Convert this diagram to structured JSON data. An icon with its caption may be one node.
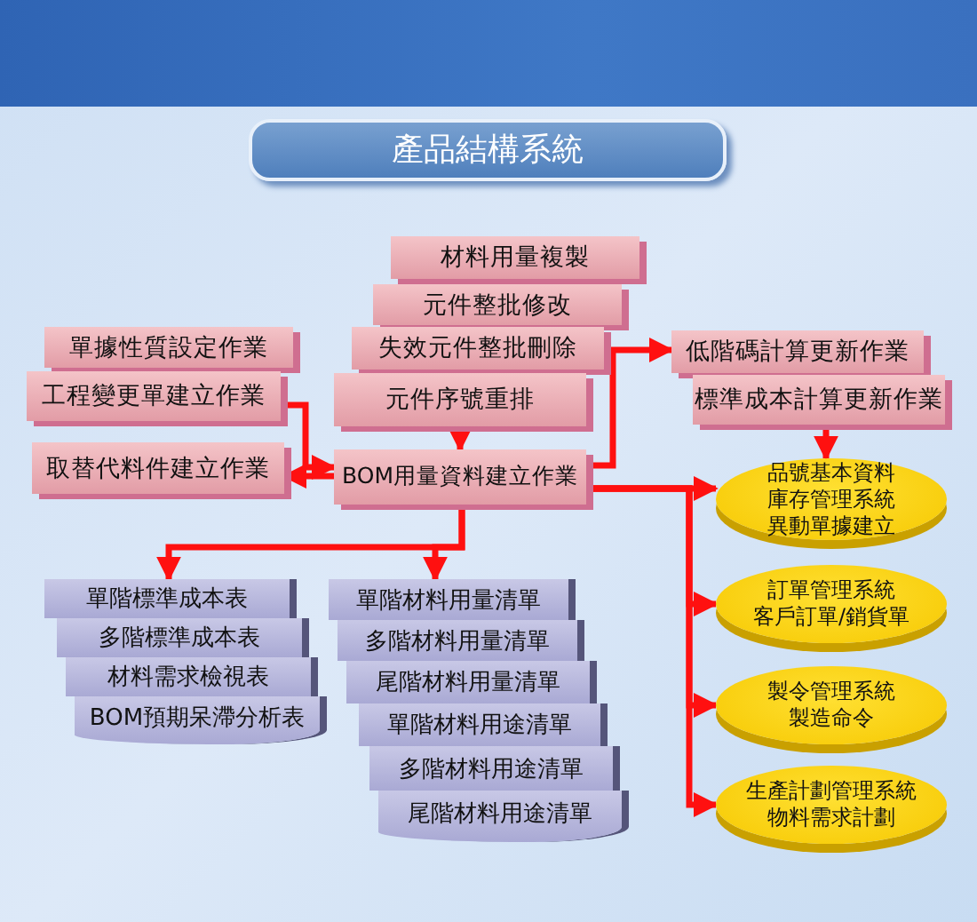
{
  "diagram": {
    "title": "產品結構系統",
    "nodes": [
      {
        "text": [
          "材料用量複製"
        ]
      },
      {
        "text": [
          "元件整批修改"
        ]
      },
      {
        "text": [
          "失效元件整批刪除"
        ]
      },
      {
        "text": [
          "元件序號重排"
        ]
      },
      {
        "text": [
          "單據性質設定作業"
        ]
      },
      {
        "text": [
          "工程變更單建立作業"
        ]
      },
      {
        "text": [
          "取替代料件建立作業"
        ]
      },
      {
        "text": [
          "BOM用量資料建立作業"
        ]
      },
      {
        "text": [
          "低階碼計算更新作業"
        ]
      },
      {
        "text": [
          "標準成本計算更新作業"
        ]
      },
      {
        "text": [
          "品號基本資料",
          "庫存管理系統",
          "異動單據建立"
        ]
      },
      {
        "text": [
          "訂單管理系統",
          "客戶訂單/銷貨單"
        ]
      },
      {
        "text": [
          "製令管理系統",
          "製造命令"
        ]
      },
      {
        "text": [
          "生產計劃管理系統",
          "物料需求計劃"
        ]
      },
      {
        "text": [
          "單階標準成本表"
        ]
      },
      {
        "text": [
          "多階標準成本表"
        ]
      },
      {
        "text": [
          "材料需求檢視表"
        ]
      },
      {
        "text": [
          "BOM預期呆滯分析表"
        ]
      },
      {
        "text": [
          "單階材料用量清單"
        ]
      },
      {
        "text": [
          "多階材料用量清單"
        ]
      },
      {
        "text": [
          "尾階材料用量清單"
        ]
      },
      {
        "text": [
          "單階材料用途清單"
        ]
      },
      {
        "text": [
          "多階材料用途清單"
        ]
      },
      {
        "text": [
          "尾階材料用途清單"
        ]
      }
    ],
    "edges": [
      {
        "from": 5,
        "to": 7,
        "arrow": "to"
      },
      {
        "from": 7,
        "to": 6,
        "arrow": "to"
      },
      {
        "from": 3,
        "to": 7,
        "arrow": "to"
      },
      {
        "from": 7,
        "to": 8,
        "arrow": "to"
      },
      {
        "from": 9,
        "to": 10,
        "arrow": "to"
      },
      {
        "from": 7,
        "to": 10,
        "arrow": "to"
      },
      {
        "from": 7,
        "to": 11,
        "arrow": "to"
      },
      {
        "from": 7,
        "to": 12,
        "arrow": "to"
      },
      {
        "from": 7,
        "to": 13,
        "arrow": "to"
      },
      {
        "from": 7,
        "to": 14,
        "arrow": "to"
      },
      {
        "from": 7,
        "to": 18,
        "arrow": "to"
      }
    ]
  }
}
